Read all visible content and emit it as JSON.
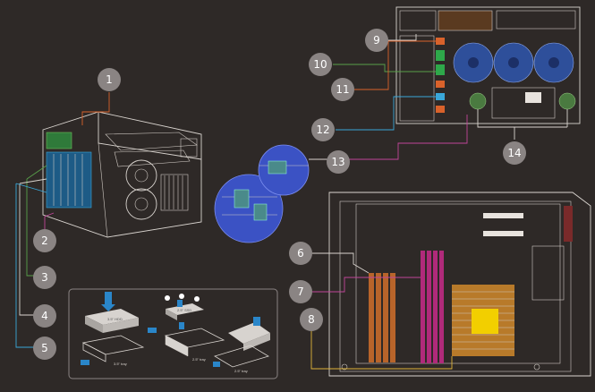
{
  "colors": {
    "background": "#2e2927",
    "callout": "#8a8483",
    "lead_orange": "#d9622b",
    "lead_cyan": "#3aa7d9",
    "lead_magenta": "#c0459a",
    "lead_yellow": "#e0b43a",
    "lead_green": "#58a04a",
    "dimm_magenta": "#b02a7a",
    "dimm_orange": "#b8642a",
    "cpu_yellow": "#f2cf00",
    "fan_blue": "#2e4f9a",
    "zoom_blue": "#3b52c4"
  },
  "callouts": {
    "c1": "1",
    "c2": "2",
    "c3": "3",
    "c4": "4",
    "c5": "5",
    "c6": "6",
    "c7": "7",
    "c8": "8",
    "c9": "9",
    "c10": "10",
    "c11": "11",
    "c12": "12",
    "c13": "13",
    "c14": "14"
  },
  "inset": {
    "step1_tag": "3.5\" HDD",
    "step2_tag": "2.5\" SSD",
    "tray_tag_a": "3.5\" tray",
    "tray_tag_b": "2.5\" tray",
    "tray_tag_c": "2.5\" tray"
  }
}
